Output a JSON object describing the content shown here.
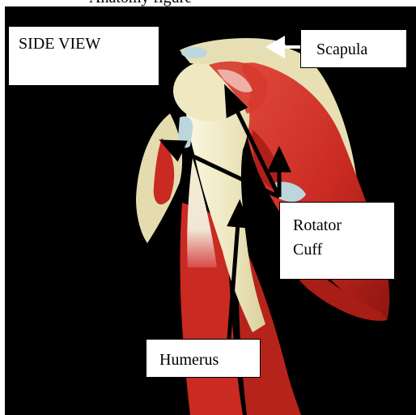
{
  "header_fragment": "Anatomy figure",
  "labels": {
    "side_view": "SIDE VIEW",
    "scapula": "Scapula",
    "rotator_cuff_line1": "Rotator",
    "rotator_cuff_line2": "Cuff",
    "humerus": "Humerus"
  },
  "colors": {
    "background": "#000000",
    "bone": "#f1ecc6",
    "muscle": "#c92a22",
    "muscle_dark": "#8e1510",
    "cartilage": "#bcd7dc",
    "arrow": "#000000"
  }
}
